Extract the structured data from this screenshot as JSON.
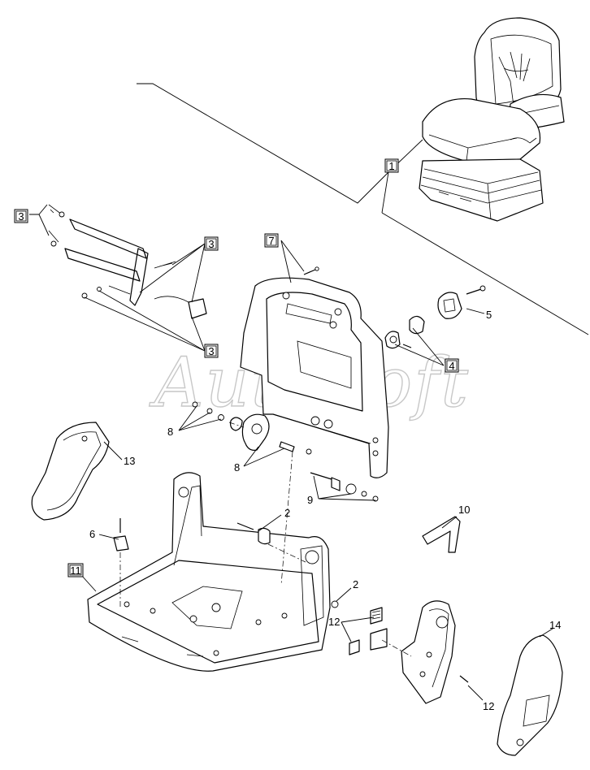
{
  "watermark": "AutoSoft",
  "labels": {
    "l1": "1",
    "l2a": "2",
    "l2b": "2",
    "l3a": "3",
    "l3b": "3",
    "l3c": "3",
    "l4": "4",
    "l5": "5",
    "l6": "6",
    "l7": "7",
    "l8a": "8",
    "l8b": "8",
    "l9": "9",
    "l10": "10",
    "l11": "11",
    "l12a": "12",
    "l12b": "12",
    "l13": "13",
    "l14": "14"
  }
}
